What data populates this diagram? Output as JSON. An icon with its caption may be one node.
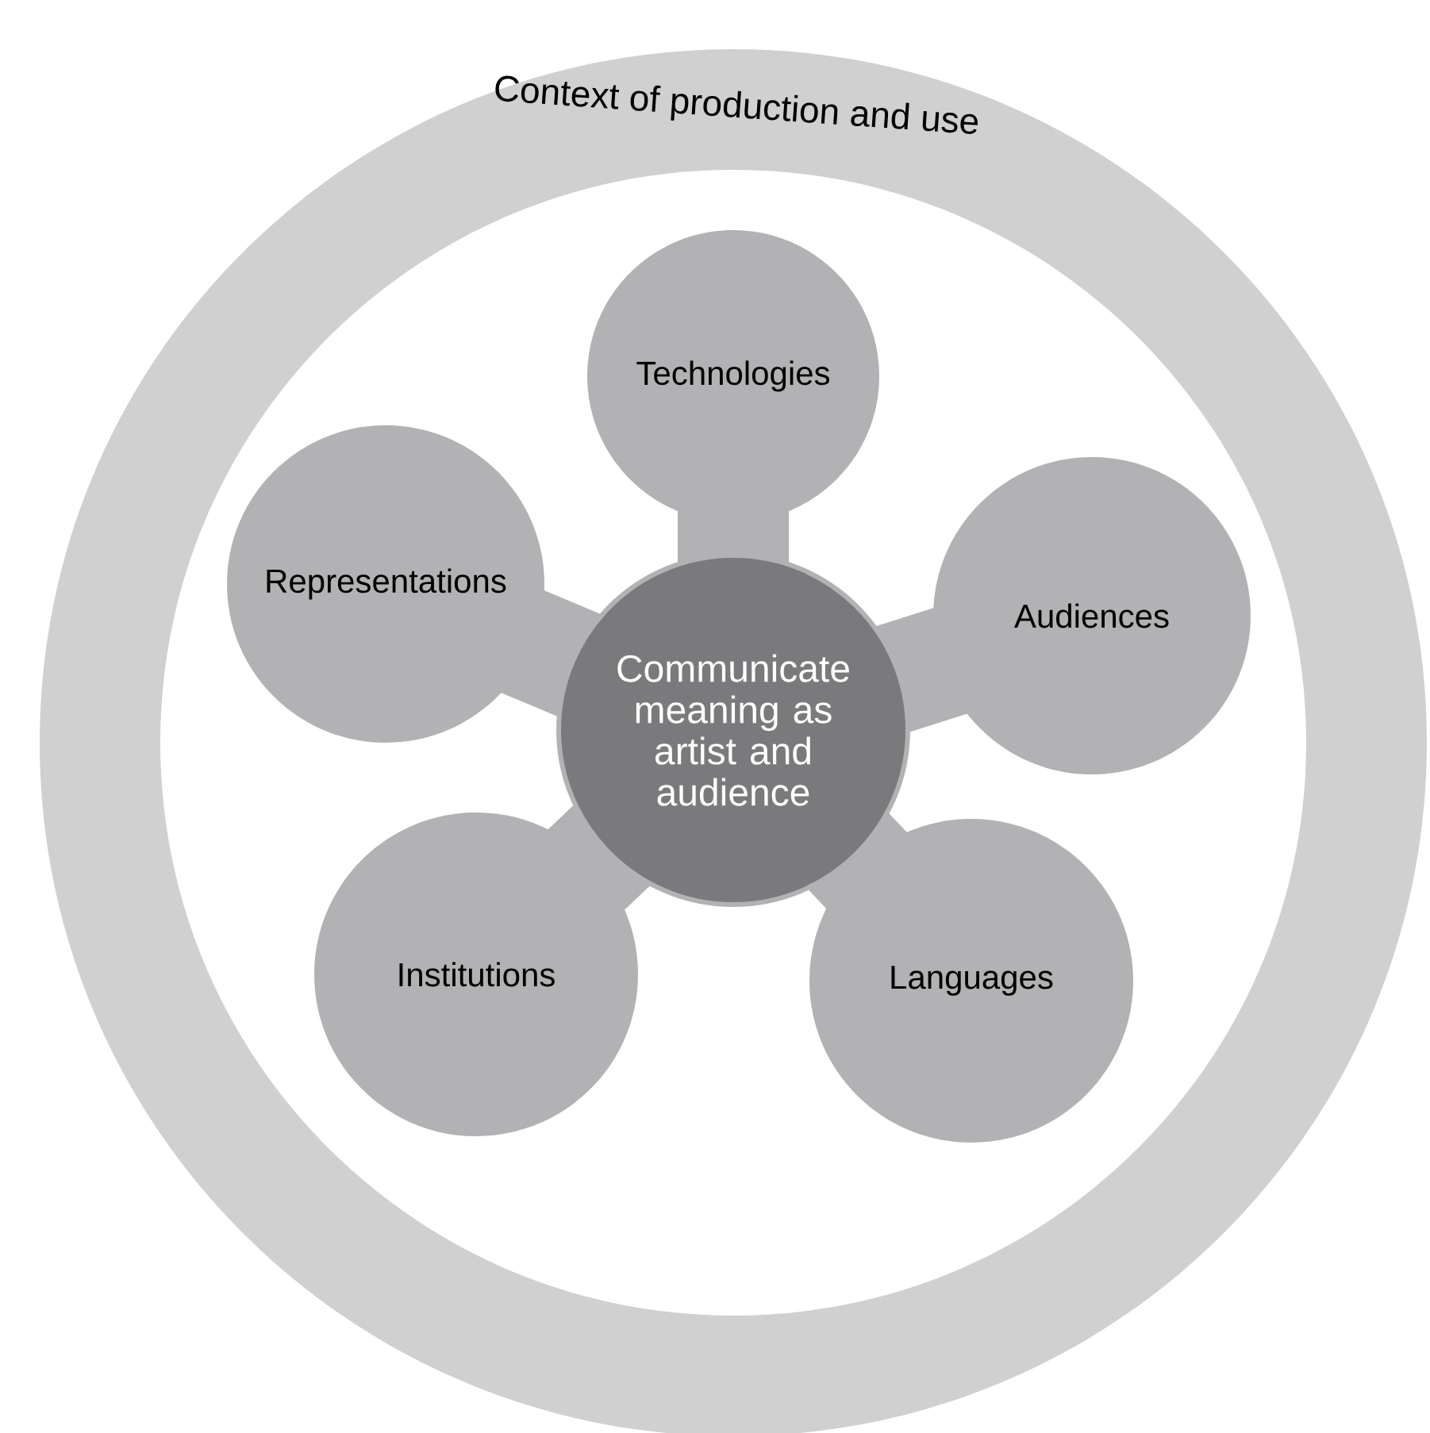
{
  "diagram": {
    "nodes": [
      {
        "text": [
          "Context of production and use"
        ]
      },
      {
        "text": [
          "Technologies"
        ],
        "in": 0
      },
      {
        "text": [
          "Representations"
        ],
        "in": 0
      },
      {
        "text": [
          "Audiences"
        ],
        "in": 0
      },
      {
        "text": [
          "Institutions"
        ],
        "in": 0
      },
      {
        "text": [
          "Languages"
        ],
        "in": 0
      },
      {
        "text": [
          "Communicate meaning as artist and audience"
        ],
        "in": 0
      }
    ]
  }
}
